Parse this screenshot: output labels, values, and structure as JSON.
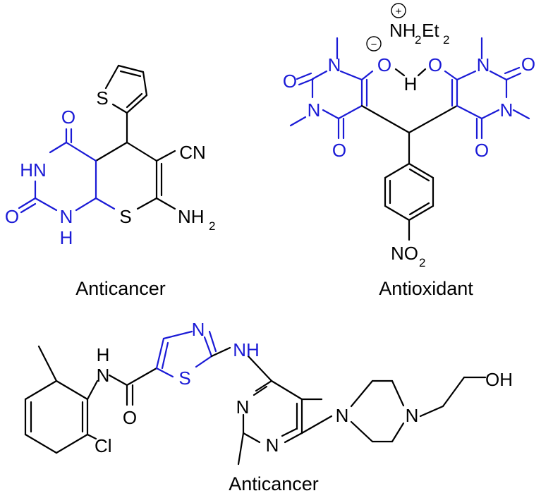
{
  "colors": {
    "highlight": "#1a1ad6",
    "default": "#000000",
    "background": "#ffffff"
  },
  "molecules": [
    {
      "caption": "Anticancer",
      "atoms": {
        "s_thiophene": "S",
        "o_top": "O",
        "hn": "HN",
        "cn": "CN",
        "o_left": "O",
        "n_bottom": "N",
        "h_bottom": "H",
        "s_ring": "S",
        "nh2": "NH",
        "nh2_sub": "2"
      }
    },
    {
      "caption": "Antioxidant",
      "atoms": {
        "counter_ion": "NH",
        "counter_ion_sub1": "2",
        "counter_ion_mid": "Et",
        "counter_ion_sub2": "2",
        "plus": "+",
        "minus": "−",
        "o_left_top": "O",
        "n_left_top": "N",
        "o_anion": "O",
        "h_bridge": "H",
        "o_right_enol": "O",
        "n_right_top": "N",
        "o_right_top": "O",
        "n_left_mid": "N",
        "n_right_mid": "N",
        "o_left_bottom": "O",
        "o_right_bottom": "O",
        "no2": "NO",
        "no2_sub": "2"
      }
    },
    {
      "caption": "Anticancer",
      "atoms": {
        "n_thiazole": "N",
        "h_amide": "H",
        "n_amide": "N",
        "nh_link": "NH",
        "s_thiazole": "S",
        "o_amide": "O",
        "n_pyr_left": "N",
        "n_pyr_bottom": "N",
        "n_pip_left": "N",
        "n_pip_right": "N",
        "oh": "OH",
        "cl": "Cl"
      }
    }
  ]
}
